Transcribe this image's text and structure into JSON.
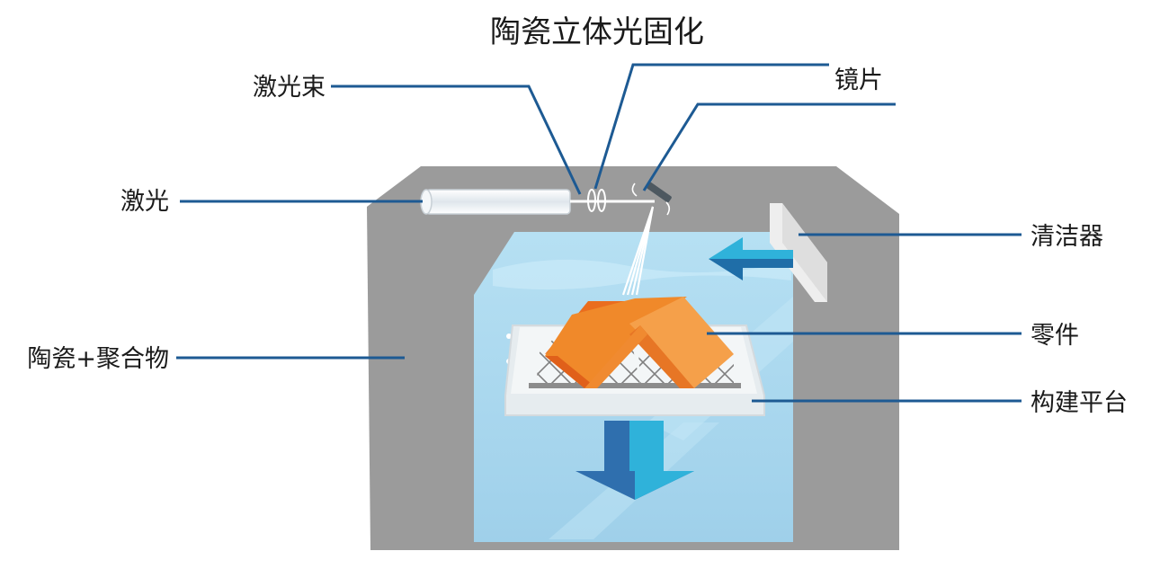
{
  "title": "陶瓷立体光固化",
  "labels": {
    "laser_beam": "激光束",
    "mirror": "镜片",
    "laser": "激光",
    "recoater": "清洁器",
    "ceramic_polymer": "陶瓷+聚合物",
    "part": "零件",
    "build_platform": "构建平台"
  },
  "colors": {
    "machine_body": "#9b9b9b",
    "resin": "#a9d7ee",
    "part": "#f0892a",
    "leader_line": "#1d5a93",
    "arrow_light": "#2fb2da",
    "arrow_dark": "#1f77b4",
    "platform": "#e9eef1"
  }
}
